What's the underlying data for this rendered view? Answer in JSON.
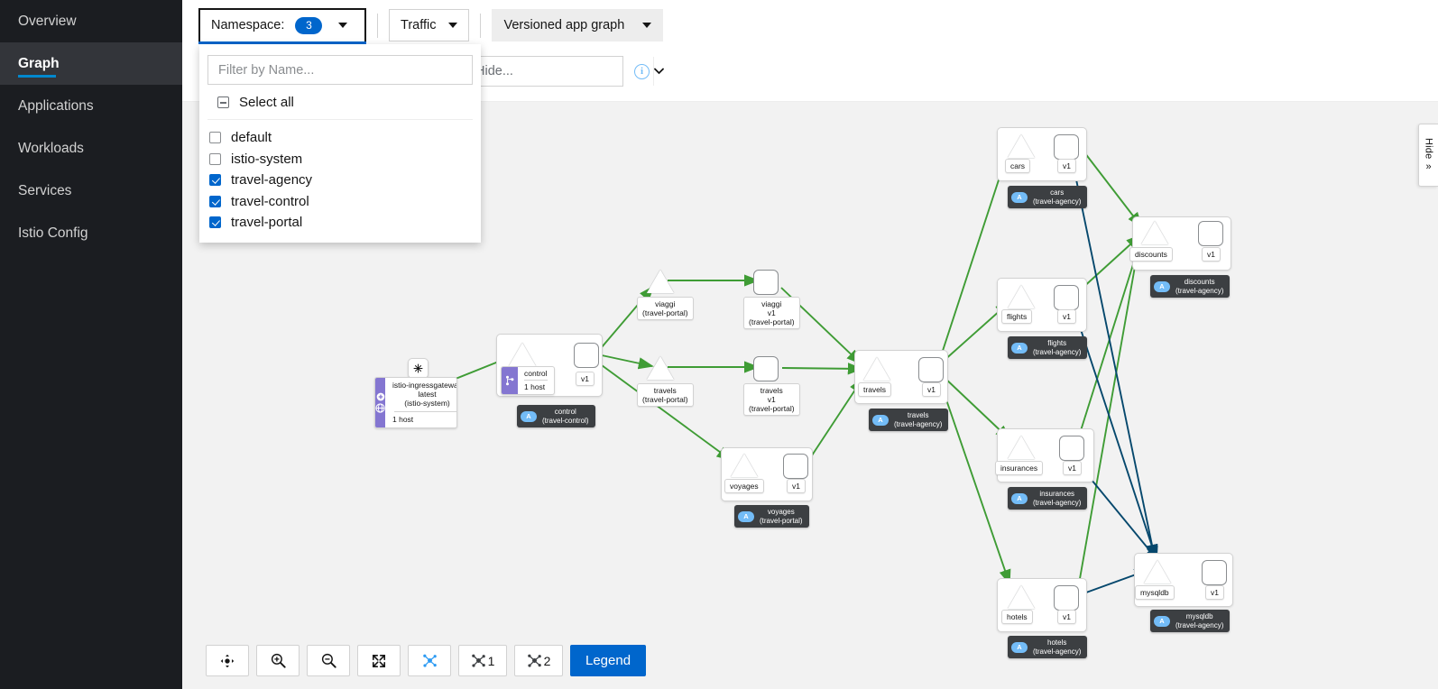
{
  "sidebar": {
    "items": [
      {
        "label": "Overview",
        "name": "overview",
        "active": false
      },
      {
        "label": "Graph",
        "name": "graph",
        "active": true
      },
      {
        "label": "Applications",
        "name": "applications",
        "active": false
      },
      {
        "label": "Workloads",
        "name": "workloads",
        "active": false
      },
      {
        "label": "Services",
        "name": "services",
        "active": false
      },
      {
        "label": "Istio Config",
        "name": "istio-config",
        "active": false
      }
    ]
  },
  "toolbar": {
    "namespace_label": "Namespace:",
    "namespace_badge": "3",
    "traffic_label": "Traffic",
    "graph_type_label": "Versioned app graph",
    "hide_placeholder": "Hide...",
    "hide_value": "",
    "info_icon_glyph": "i"
  },
  "namespace_dropdown": {
    "filter_placeholder": "Filter by Name...",
    "filter_value": "",
    "select_all_label": "Select all",
    "options": [
      {
        "label": "default",
        "checked": false
      },
      {
        "label": "istio-system",
        "checked": false
      },
      {
        "label": "travel-agency",
        "checked": true
      },
      {
        "label": "travel-control",
        "checked": true
      },
      {
        "label": "travel-portal",
        "checked": true
      }
    ]
  },
  "bottom_toolbar": {
    "buttons": [
      {
        "name": "reset-view-button",
        "icon": "drag-move-icon",
        "label": ""
      },
      {
        "name": "zoom-in-button",
        "icon": "zoom-in-icon",
        "label": ""
      },
      {
        "name": "zoom-out-button",
        "icon": "zoom-out-icon",
        "label": ""
      },
      {
        "name": "fit-to-screen-button",
        "icon": "expand-arrows-icon",
        "label": ""
      },
      {
        "name": "layout-default-button",
        "icon": "topology-icon",
        "label": ""
      },
      {
        "name": "layout-1-button",
        "icon": "topology-icon",
        "label": "1"
      },
      {
        "name": "layout-2-button",
        "icon": "topology-icon",
        "label": "2"
      }
    ],
    "legend_label": "Legend"
  },
  "hide_panel": {
    "label": "Hide",
    "chevron": "»"
  },
  "graph": {
    "background_color": "#f2f2f2",
    "edge_colors": {
      "http": "#3f9c35",
      "tcp": "#06486d"
    },
    "ingress": {
      "title": "istio-ingressgateway\nlatest\n(istio-system)",
      "host": "1 host",
      "side_color": "#8476d1",
      "icons": [
        "plus-circle-icon",
        "globe-icon"
      ]
    },
    "gateway_chip_icon": "gateway-icon",
    "control_card": {
      "title": "control",
      "host": "1 host",
      "icon": "virtual-service-icon"
    },
    "nodes": [
      {
        "id": "control",
        "service_label": "control",
        "version_label": "v1",
        "badge": "control\n(travel-control)"
      },
      {
        "id": "viaggi",
        "service_label": "viaggi\n(travel-portal)",
        "version_label": "viaggi\nv1\n(travel-portal)",
        "badge": ""
      },
      {
        "id": "travels-p",
        "service_label": "travels\n(travel-portal)",
        "version_label": "travels\nv1\n(travel-portal)",
        "badge": ""
      },
      {
        "id": "voyages",
        "service_label": "voyages",
        "version_label": "v1",
        "badge": "voyages\n(travel-portal)"
      },
      {
        "id": "travels-a",
        "service_label": "travels",
        "version_label": "v1",
        "badge": "travels\n(travel-agency)"
      },
      {
        "id": "cars",
        "service_label": "cars",
        "version_label": "v1",
        "badge": "cars\n(travel-agency)"
      },
      {
        "id": "discounts",
        "service_label": "discounts",
        "version_label": "v1",
        "badge": "discounts\n(travel-agency)"
      },
      {
        "id": "flights",
        "service_label": "flights",
        "version_label": "v1",
        "badge": "flights\n(travel-agency)"
      },
      {
        "id": "insurances",
        "service_label": "insurances",
        "version_label": "v1",
        "badge": "insurances\n(travel-agency)"
      },
      {
        "id": "hotels",
        "service_label": "hotels",
        "version_label": "v1",
        "badge": "hotels\n(travel-agency)"
      },
      {
        "id": "mysqldb",
        "service_label": "mysqldb",
        "version_label": "v1",
        "badge": "mysqldb\n(travel-agency)"
      }
    ],
    "badge_letter": "A"
  }
}
